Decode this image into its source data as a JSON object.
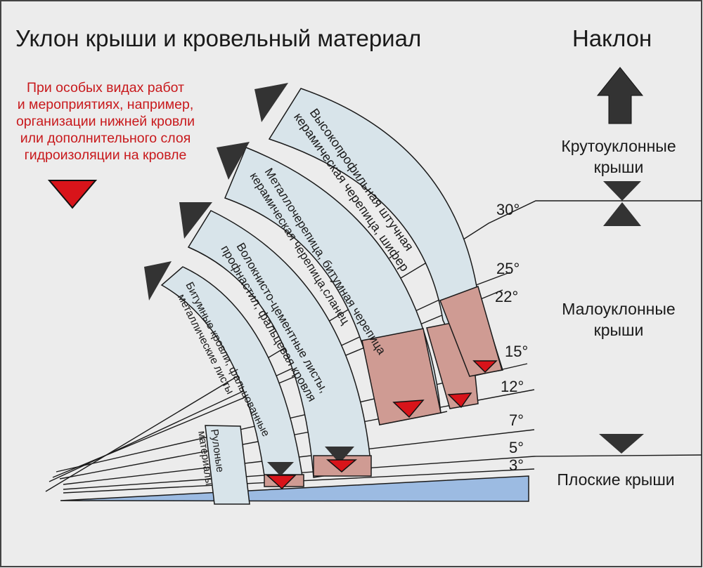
{
  "title": "Уклон крыши и кровельный материал",
  "slope_header": "Наклон",
  "note": [
    "При особых видах работ",
    "и мероприятиях, например,",
    "организации нижней кровли",
    "или дополнительного слоя",
    "гидроизоляции на кровле"
  ],
  "zones": {
    "steep": [
      "Крутоуклонные",
      "крыши"
    ],
    "low": [
      "Малоуклонные",
      "крыши"
    ],
    "flat": "Плоские крыши"
  },
  "angles": [
    "30°",
    "25°",
    "22°",
    "15°",
    "12°",
    "7°",
    "5°",
    "3°"
  ],
  "materials": {
    "rolled": [
      "Рулоные",
      "материалы"
    ],
    "bitumen": [
      "Битумные кровли, фальцованные",
      "металлические листы"
    ],
    "fiber_cement": [
      "Волокнисто-цементные листы,",
      "профнастил, фальцевая кровля"
    ],
    "metal_tile": [
      "Металлочерепица, битумная черепица",
      "керамическая черепица,сланец"
    ],
    "high_profile": [
      "Высокопрофильная штучная",
      "керамическая черепица, шифер"
    ]
  },
  "colors": {
    "background": "#ececec",
    "band_fill": "#d8e4ea",
    "special_fill": "#cf9b93",
    "roof_fill": "#9cbbe2",
    "marker_red": "#d8141a",
    "marker_dark": "#333333",
    "note_text": "#c8191c"
  }
}
